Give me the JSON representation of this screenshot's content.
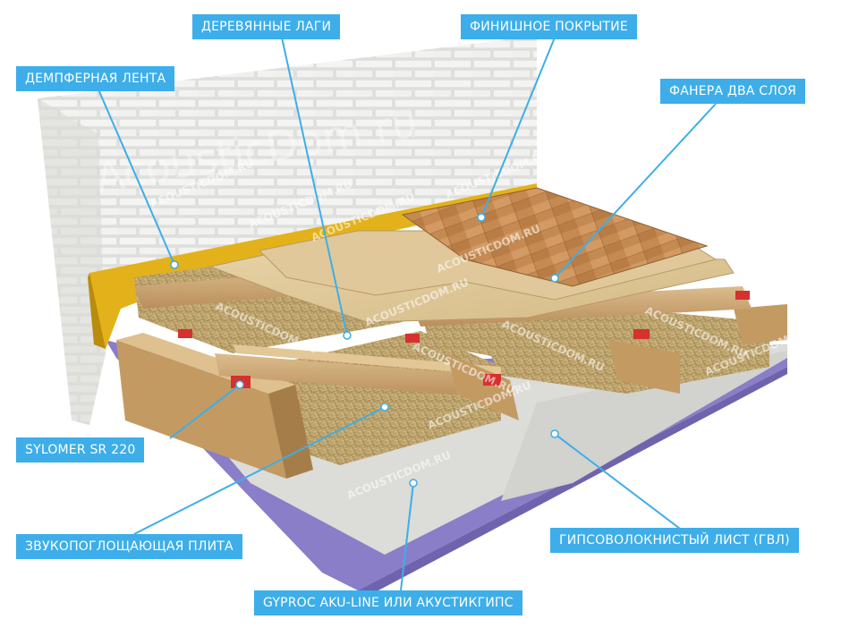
{
  "diagram": {
    "labels": {
      "damper_tape": "ДЕМПФЕРНАЯ ЛЕНТА",
      "wooden_joists": "ДЕРЕВЯННЫЕ ЛАГИ",
      "finish_coating": "ФИНИШНОЕ ПОКРЫТИЕ",
      "plywood_two_layers": "ФАНЕРА ДВА СЛОЯ",
      "sylomer": "SYLOMER  SR 220",
      "sound_absorbing_plate": "ЗВУКОПОГЛОЩАЮЩАЯ ПЛИТА",
      "gypsum_fiber_sheet": "ГИПСОВОЛОКНИСТЫЙ ЛИСТ (ГВЛ)",
      "gyproc": "GYPROC AKU-LINE ИЛИ АКУСТИКГИПС"
    },
    "watermark_main": "AcousticDom.ru",
    "watermark_small": "ACOUSTICDOM.RU",
    "colors": {
      "label_bg": "#3daee9",
      "leader_line": "#3daee9",
      "wall": "#e6e6e4",
      "damper_tape": "#e3b21a",
      "wood": "#c9a574",
      "insulation": "#b49a63",
      "gvl": "#d9d9d6",
      "gyproc": "#8a7ec9",
      "sylomer": "#d6302f"
    }
  }
}
